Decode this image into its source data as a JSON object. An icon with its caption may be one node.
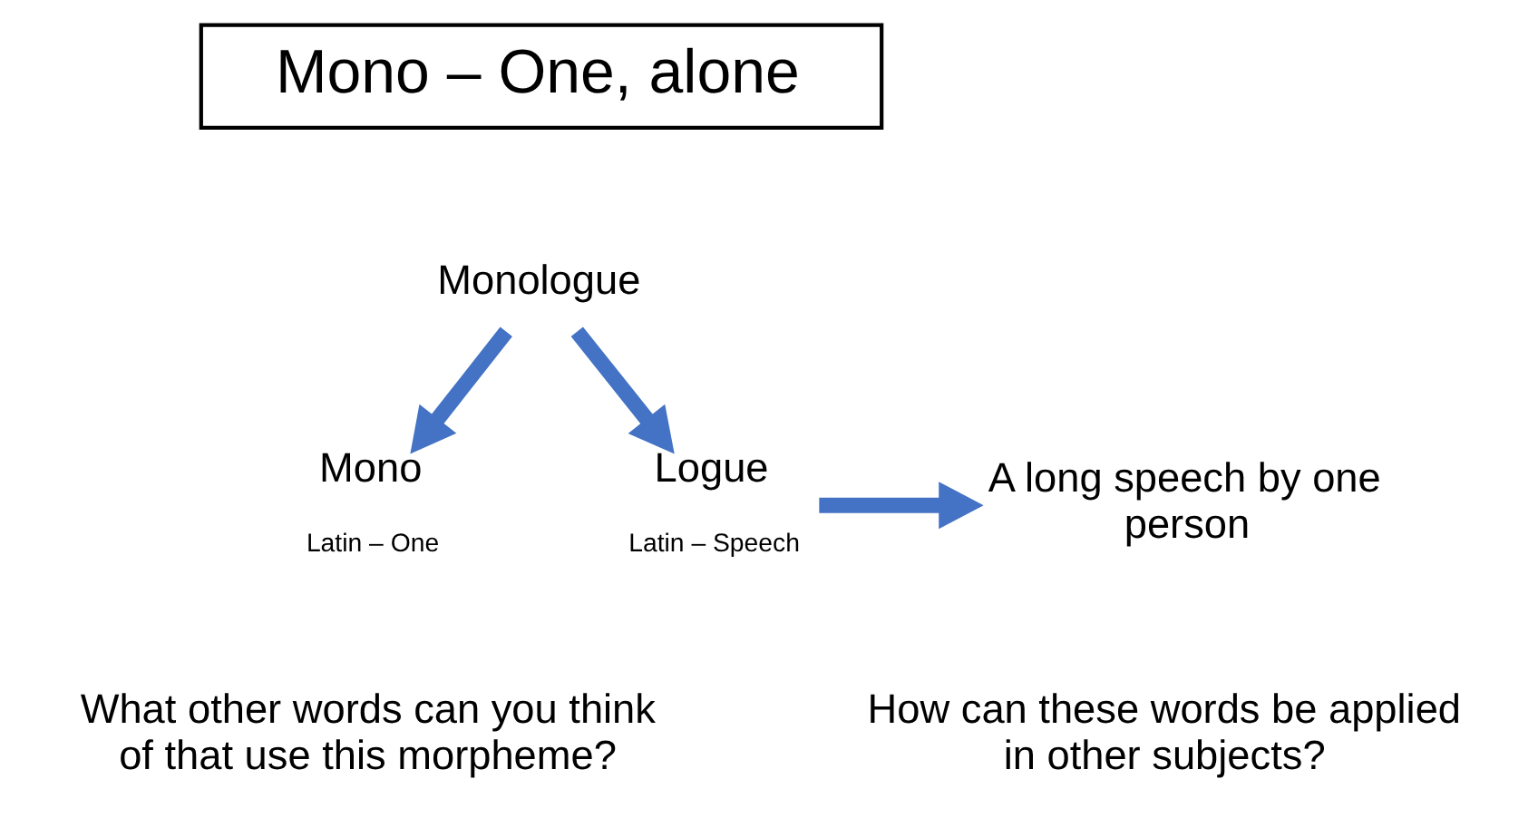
{
  "diagram": {
    "nodes": [
      {
        "text": [
          "Mono – One, alone"
        ]
      },
      {
        "text": [
          "Monologue"
        ]
      },
      {
        "text": [
          "Mono"
        ],
        "beside": [
          "Latin – One"
        ]
      },
      {
        "text": [
          "Logue"
        ],
        "beside": [
          "Latin – Speech"
        ]
      },
      {
        "text": [
          "A long speech by one person"
        ]
      }
    ],
    "edges": [
      {
        "from": 1,
        "to": 2,
        "arrow": "to"
      },
      {
        "from": 1,
        "to": 3,
        "arrow": "to"
      },
      {
        "from": 3,
        "to": 4,
        "arrow": "to"
      }
    ],
    "labels": [
      "What other words can you think of that use this morpheme?",
      "How can these words be applied in other subjects?"
    ]
  }
}
